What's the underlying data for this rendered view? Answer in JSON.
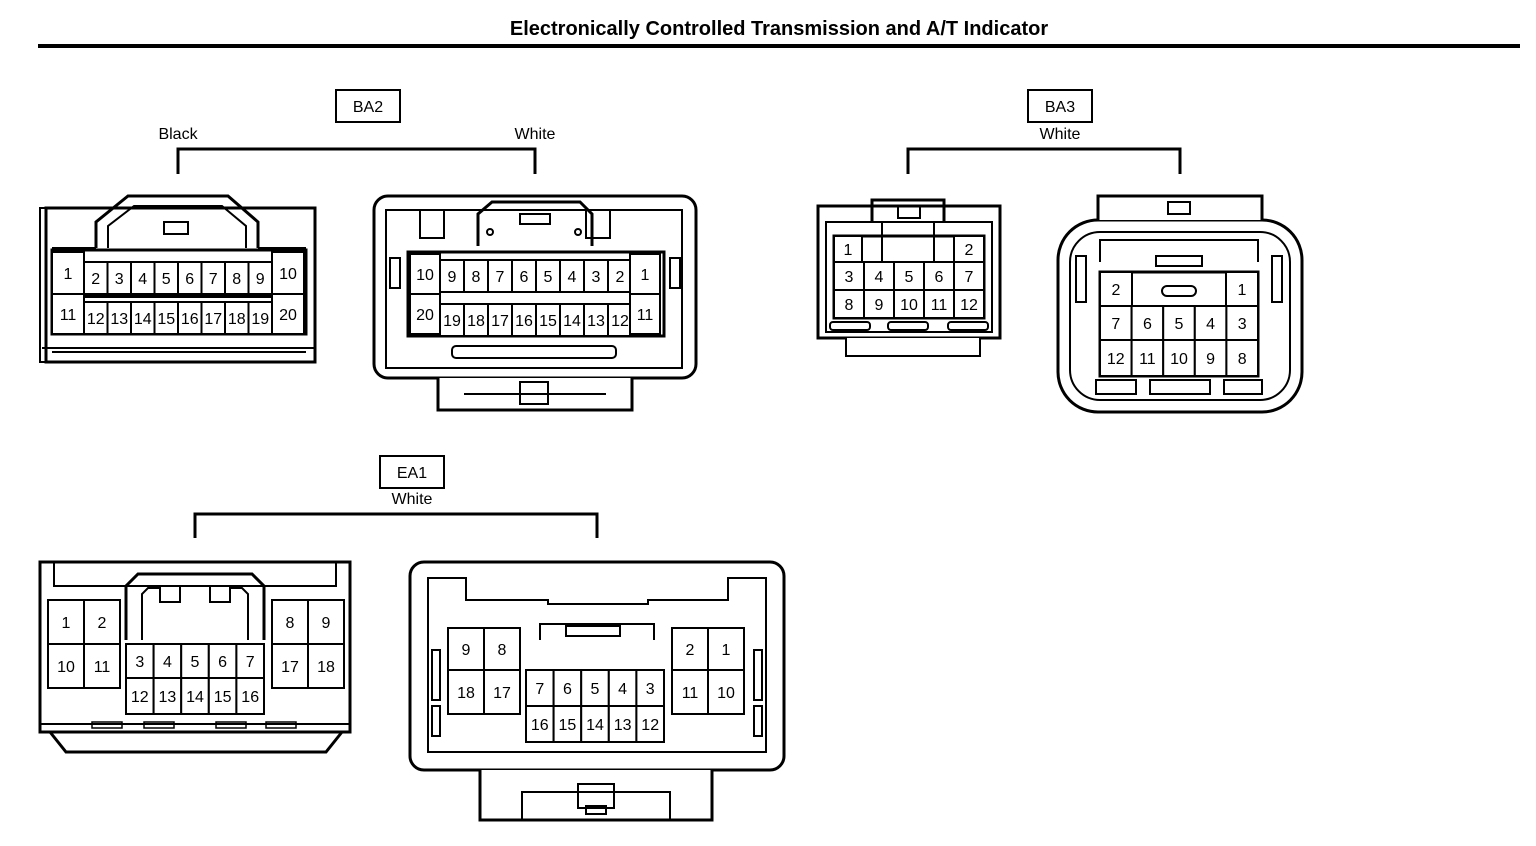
{
  "title": "Electronically Controlled Transmission and A/T Indicator",
  "groups": {
    "ba2": {
      "name": "BA2",
      "left_color": "Black",
      "right_color": "White"
    },
    "ba3": {
      "name": "BA3",
      "color": "White"
    },
    "ea1": {
      "name": "EA1",
      "color": "White"
    }
  },
  "connectors": {
    "ba2_black": {
      "rows": [
        [
          "1",
          "2",
          "3",
          "4",
          "5",
          "6",
          "7",
          "8",
          "9",
          "10"
        ],
        [
          "11",
          "12",
          "13",
          "14",
          "15",
          "16",
          "17",
          "18",
          "19",
          "20"
        ]
      ]
    },
    "ba2_white": {
      "rows": [
        [
          "10",
          "9",
          "8",
          "7",
          "6",
          "5",
          "4",
          "3",
          "2",
          "1"
        ],
        [
          "20",
          "19",
          "18",
          "17",
          "16",
          "15",
          "14",
          "13",
          "12",
          "11"
        ]
      ]
    },
    "ba3_left": {
      "rows": [
        [
          "1",
          "2"
        ],
        [
          "3",
          "4",
          "5",
          "6",
          "7"
        ],
        [
          "8",
          "9",
          "10",
          "11",
          "12"
        ]
      ]
    },
    "ba3_right": {
      "rows": [
        [
          "2",
          "1"
        ],
        [
          "7",
          "6",
          "5",
          "4",
          "3"
        ],
        [
          "12",
          "11",
          "10",
          "9",
          "8"
        ]
      ]
    },
    "ea1_left": {
      "rows": [
        [
          "1",
          "2",
          "8",
          "9"
        ],
        [
          "10",
          "11",
          "3",
          "4",
          "5",
          "6",
          "7",
          "17",
          "18"
        ],
        [
          "12",
          "13",
          "14",
          "15",
          "16"
        ]
      ]
    },
    "ea1_right": {
      "rows": [
        [
          "9",
          "8",
          "2",
          "1"
        ],
        [
          "18",
          "17",
          "7",
          "6",
          "5",
          "4",
          "3",
          "11",
          "10"
        ],
        [
          "16",
          "15",
          "14",
          "13",
          "12"
        ]
      ]
    }
  }
}
